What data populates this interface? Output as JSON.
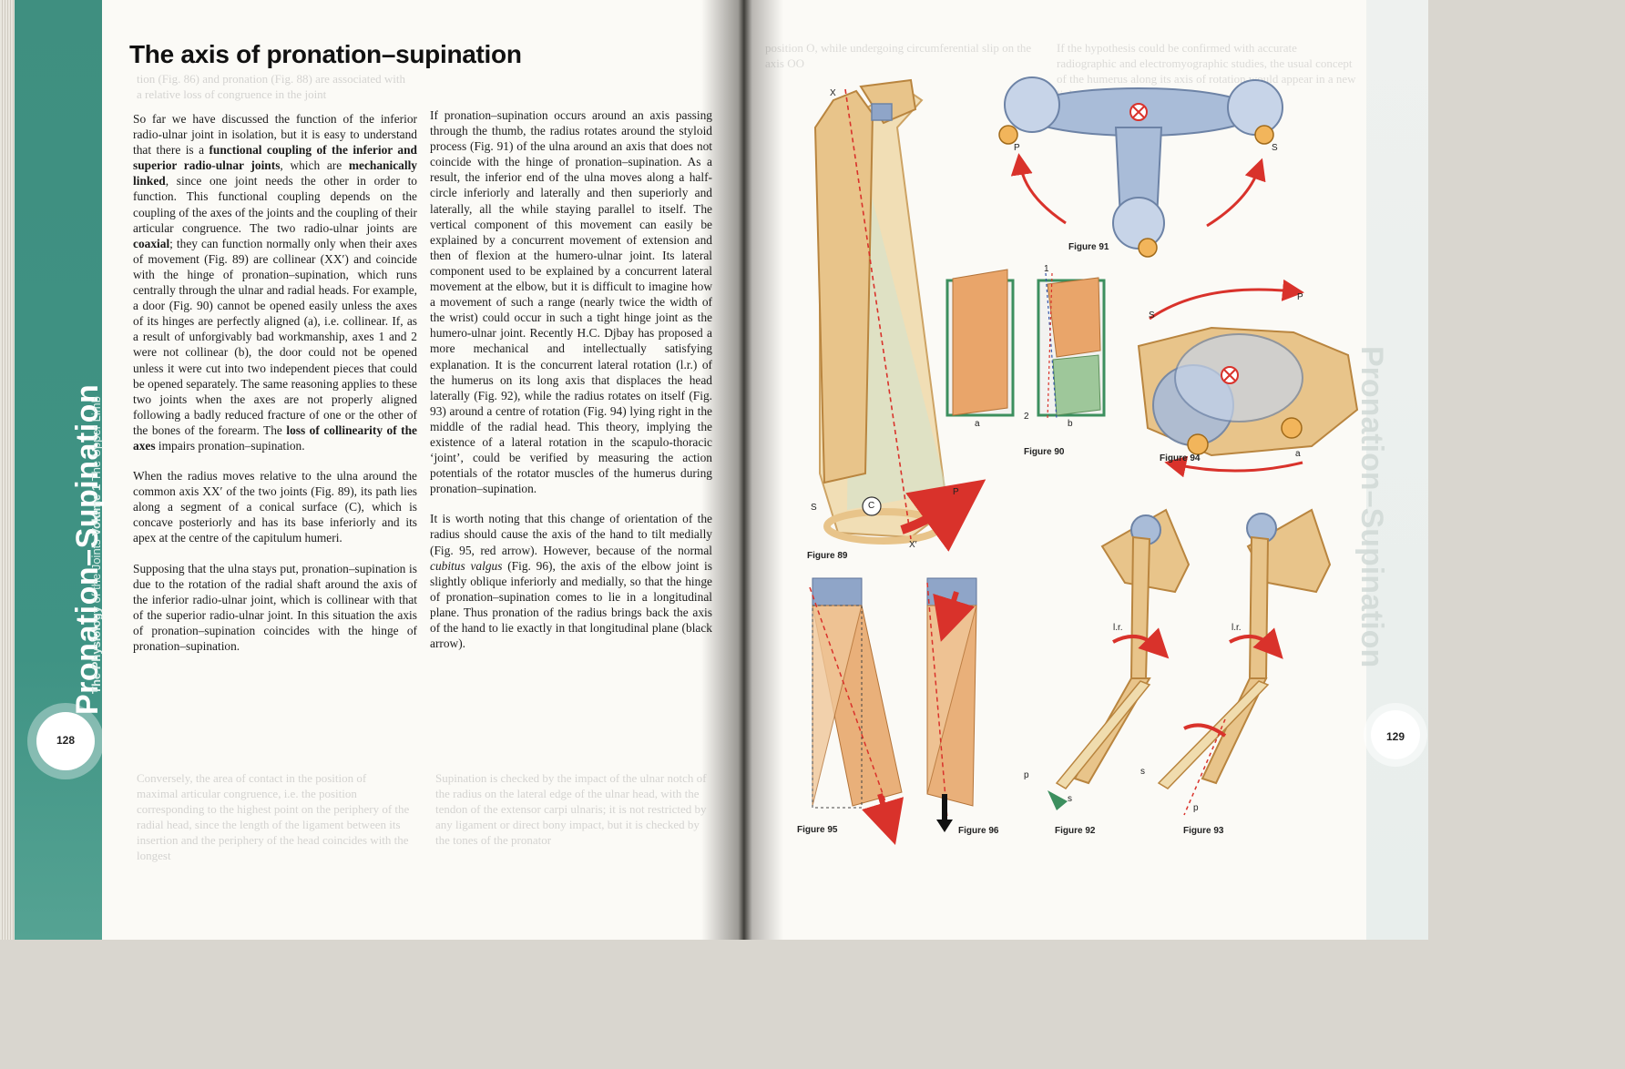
{
  "left_page": {
    "page_number": "128",
    "side_title": "Pronation–Supination",
    "side_subtitle_strong": "The Physiology",
    "side_subtitle_rest": " of the Joints ",
    "side_volume_strong": "Volume 1",
    "side_volume_rest": " The Upper Limb",
    "title": "The axis of pronation–supination",
    "col_a": {
      "p1_a": "So far we have discussed the function of the inferior radio-ulnar joint in isolation, but it is easy to understand that there is a ",
      "p1_b": "functional coupling of the inferior and superior radio-ulnar joints",
      "p1_c": ", which are ",
      "p1_d": "mechanically linked",
      "p1_e": ", since one joint needs the other in order to function. This functional coupling depends on the coupling of the axes of the joints and the coupling of their articular congruence. The two radio-ulnar joints are ",
      "p1_f": "coaxial",
      "p1_g": "; they can function normally only when their axes of movement (Fig. 89) are collinear (XX′) and coincide with the hinge of pronation–supination, which runs centrally through the ulnar and radial heads. For example, a door (Fig. 90) cannot be opened easily unless the axes of its hinges are perfectly aligned (a), i.e. collinear. If, as a result of unforgivably bad workmanship, axes 1 and 2 were not collinear (b), the door could not be opened unless it were cut into two independent pieces that could be opened separately. The same reasoning applies to these two joints when the axes are not properly aligned following a badly reduced fracture of one or the other of the bones of the forearm. The ",
      "p1_h": "loss of collinearity of the axes",
      "p1_i": " impairs pronation–supination.",
      "p2": "When the radius moves relative to the ulna around the common axis XX′ of the two joints (Fig. 89), its path lies along a segment of a conical surface (C), which is concave posteriorly and has its base inferiorly and its apex at the centre of the capitulum humeri.",
      "p3": "Supposing that the ulna stays put, pronation–supination is due to the rotation of the radial shaft around the axis of the inferior radio-ulnar joint, which is collinear with that of the superior radio-ulnar joint. In this situation the axis of pronation–supination coincides with the hinge of pronation–supination."
    },
    "col_b": {
      "p1": "If pronation–supination occurs around an axis passing through the thumb, the radius rotates around the styloid process (Fig. 91) of the ulna around an axis that does not coincide with the hinge of pronation–supination. As a result, the inferior end of the ulna moves along a half-circle inferiorly and laterally and then superiorly and laterally, all the while staying parallel to itself. The vertical component of this movement can easily be explained by a concurrent movement of extension and then of flexion at the humero-ulnar joint. Its lateral component used to be explained by a concurrent lateral movement at the elbow, but it is difficult to imagine how a movement of such a range (nearly twice the width of the wrist) could occur in such a tight hinge joint as the humero-ulnar joint. Recently H.C. Djbay has proposed a more mechanical and intellectually satisfying explanation. It is the concurrent lateral rotation (l.r.) of the humerus on its long axis that displaces the head laterally (Fig. 92), while the radius rotates on itself (Fig. 93) around a centre of rotation (Fig. 94) lying right in the middle of the radial head. This theory, implying the existence of a lateral rotation in the scapulo-thoracic ‘joint’, could be verified by measuring the action potentials of the rotator muscles of the humerus during pronation–supination.",
      "p2_a": "It is worth noting that this change of orientation of the radius should cause the axis of the hand to tilt medially (Fig. 95, red arrow). However, because of the normal ",
      "p2_b": "cubitus valgus",
      "p2_c": " (Fig. 96), the axis of the elbow joint is slightly oblique inferiorly and medially, so that the hinge of pronation–supination comes to lie in a longitudinal plane. Thus pronation of the radius brings back the axis of the hand to lie exactly in that longitudinal plane (black arrow)."
    }
  },
  "right_page": {
    "page_number": "129",
    "side_title_ghost": "Pronation–Supination",
    "figures": {
      "fig89": {
        "label": "Figure 89",
        "x": "X",
        "x_prime": "X′",
        "c": "C",
        "s": "S",
        "p": "P"
      },
      "fig90": {
        "label": "Figure 90",
        "a": "a",
        "b": "b",
        "one": "1",
        "two": "2"
      },
      "fig91": {
        "label": "Figure 91",
        "p": "P",
        "s": "S"
      },
      "fig94": {
        "label": "Figure 94",
        "p": "P",
        "s": "S",
        "a": "a"
      },
      "fig95": {
        "label": "Figure 95"
      },
      "fig96": {
        "label": "Figure 96"
      },
      "fig92": {
        "label": "Figure 92",
        "lr": "l.r.",
        "p": "p",
        "s": "s"
      },
      "fig93": {
        "label": "Figure 93",
        "lr": "l.r.",
        "p": "p",
        "s": "s"
      }
    }
  },
  "colors": {
    "teal": "#3f8f80",
    "bone": "#e8c48a",
    "bone_dark": "#c99a55",
    "joint_blue": "#a9bcd8",
    "arrow_red": "#d9322b",
    "door_orange": "#e9a56a",
    "door_green": "#9ec79a"
  }
}
